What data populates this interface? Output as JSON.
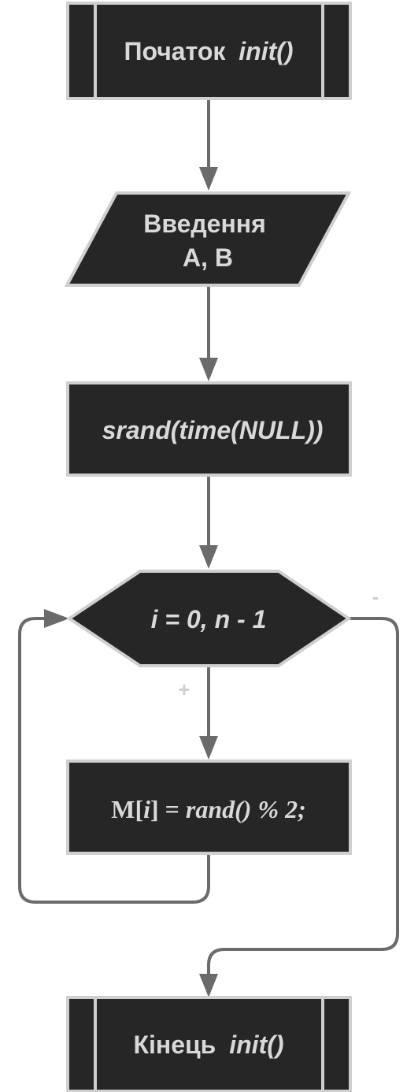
{
  "flowchart": {
    "start": {
      "label": "Початок",
      "func": "init()"
    },
    "input": {
      "line1": "Введення",
      "line2": "A, B"
    },
    "seed": {
      "label": "srand(time(NULL))"
    },
    "loop": {
      "label": "i = 0, n - 1",
      "yes_label": "+",
      "no_label": "-"
    },
    "assign": {
      "array": "M",
      "open": "[",
      "index": "i",
      "close": "]",
      "rest": " = ",
      "expr": "rand() % 2;"
    },
    "end": {
      "label": "Кінець",
      "func": "init()"
    }
  },
  "colors": {
    "node_fill": "#262626",
    "node_stroke": "#cfcfcf",
    "connector": "#6b6b6b",
    "text": "#d9d9d9"
  }
}
